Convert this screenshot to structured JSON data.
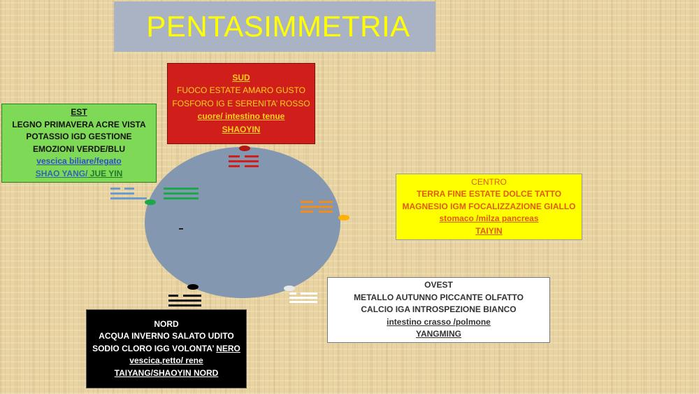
{
  "title": "PENTASIMMETRIA",
  "sud": {
    "heading": "SUD",
    "line1": "FUOCO  ESTATE AMARO GUSTO",
    "line2": "FOSFORO IG E  SERENITA’ ROSSO",
    "line3": "cuore/ intestino tenue",
    "line4": "SHAOYIN"
  },
  "est": {
    "heading": "EST",
    "line1": "LEGNO  PRIMAVERA ACRE VISTA",
    "line2": "POTASSIO IGD GESTIONE",
    "line3": "EMOZIONI VERDE/BLU",
    "line4a": "vescica biliare/",
    "line4b": "fegato",
    "line5a": "SHAO YANG/",
    "line5b": " JUE YIN"
  },
  "centro": {
    "heading": "CENTRO",
    "line1": "TERRA FINE ESTATE DOLCE TATTO",
    "line2": "MAGNESIO IGM FOCALIZZAZIONE GIALLO",
    "line3": " stomaco  /milza pancreas",
    "line4": "TAIYIN"
  },
  "ovest": {
    "heading": "OVEST",
    "line1": "METALLO AUTUNNO PICCANTE OLFATTO",
    "line2": "CALCIO IGA INTROSPEZIONE BIANCO",
    "line3": " intestino crasso /polmone",
    "line4": "YANGMING"
  },
  "nord": {
    "heading": "NORD",
    "line1": "ACQUA INVERNO SALATO UDITO",
    "line2a": "SODIO CLORO IGG VOLONTA’ ",
    "line2b": "NERO",
    "line3": " vescica,retto/  rene",
    "line4": "TAIYANG/SHAOYIN NORD"
  },
  "colors": {
    "circle": "#8497b0",
    "fire": "#d01e1a",
    "wood_green": "#1aa84a",
    "wood_blue": "#6b9bd1",
    "earth": "#ffb000",
    "earth_lines": "#f28c1e",
    "metal": "#ffffff",
    "water": "#000000"
  }
}
